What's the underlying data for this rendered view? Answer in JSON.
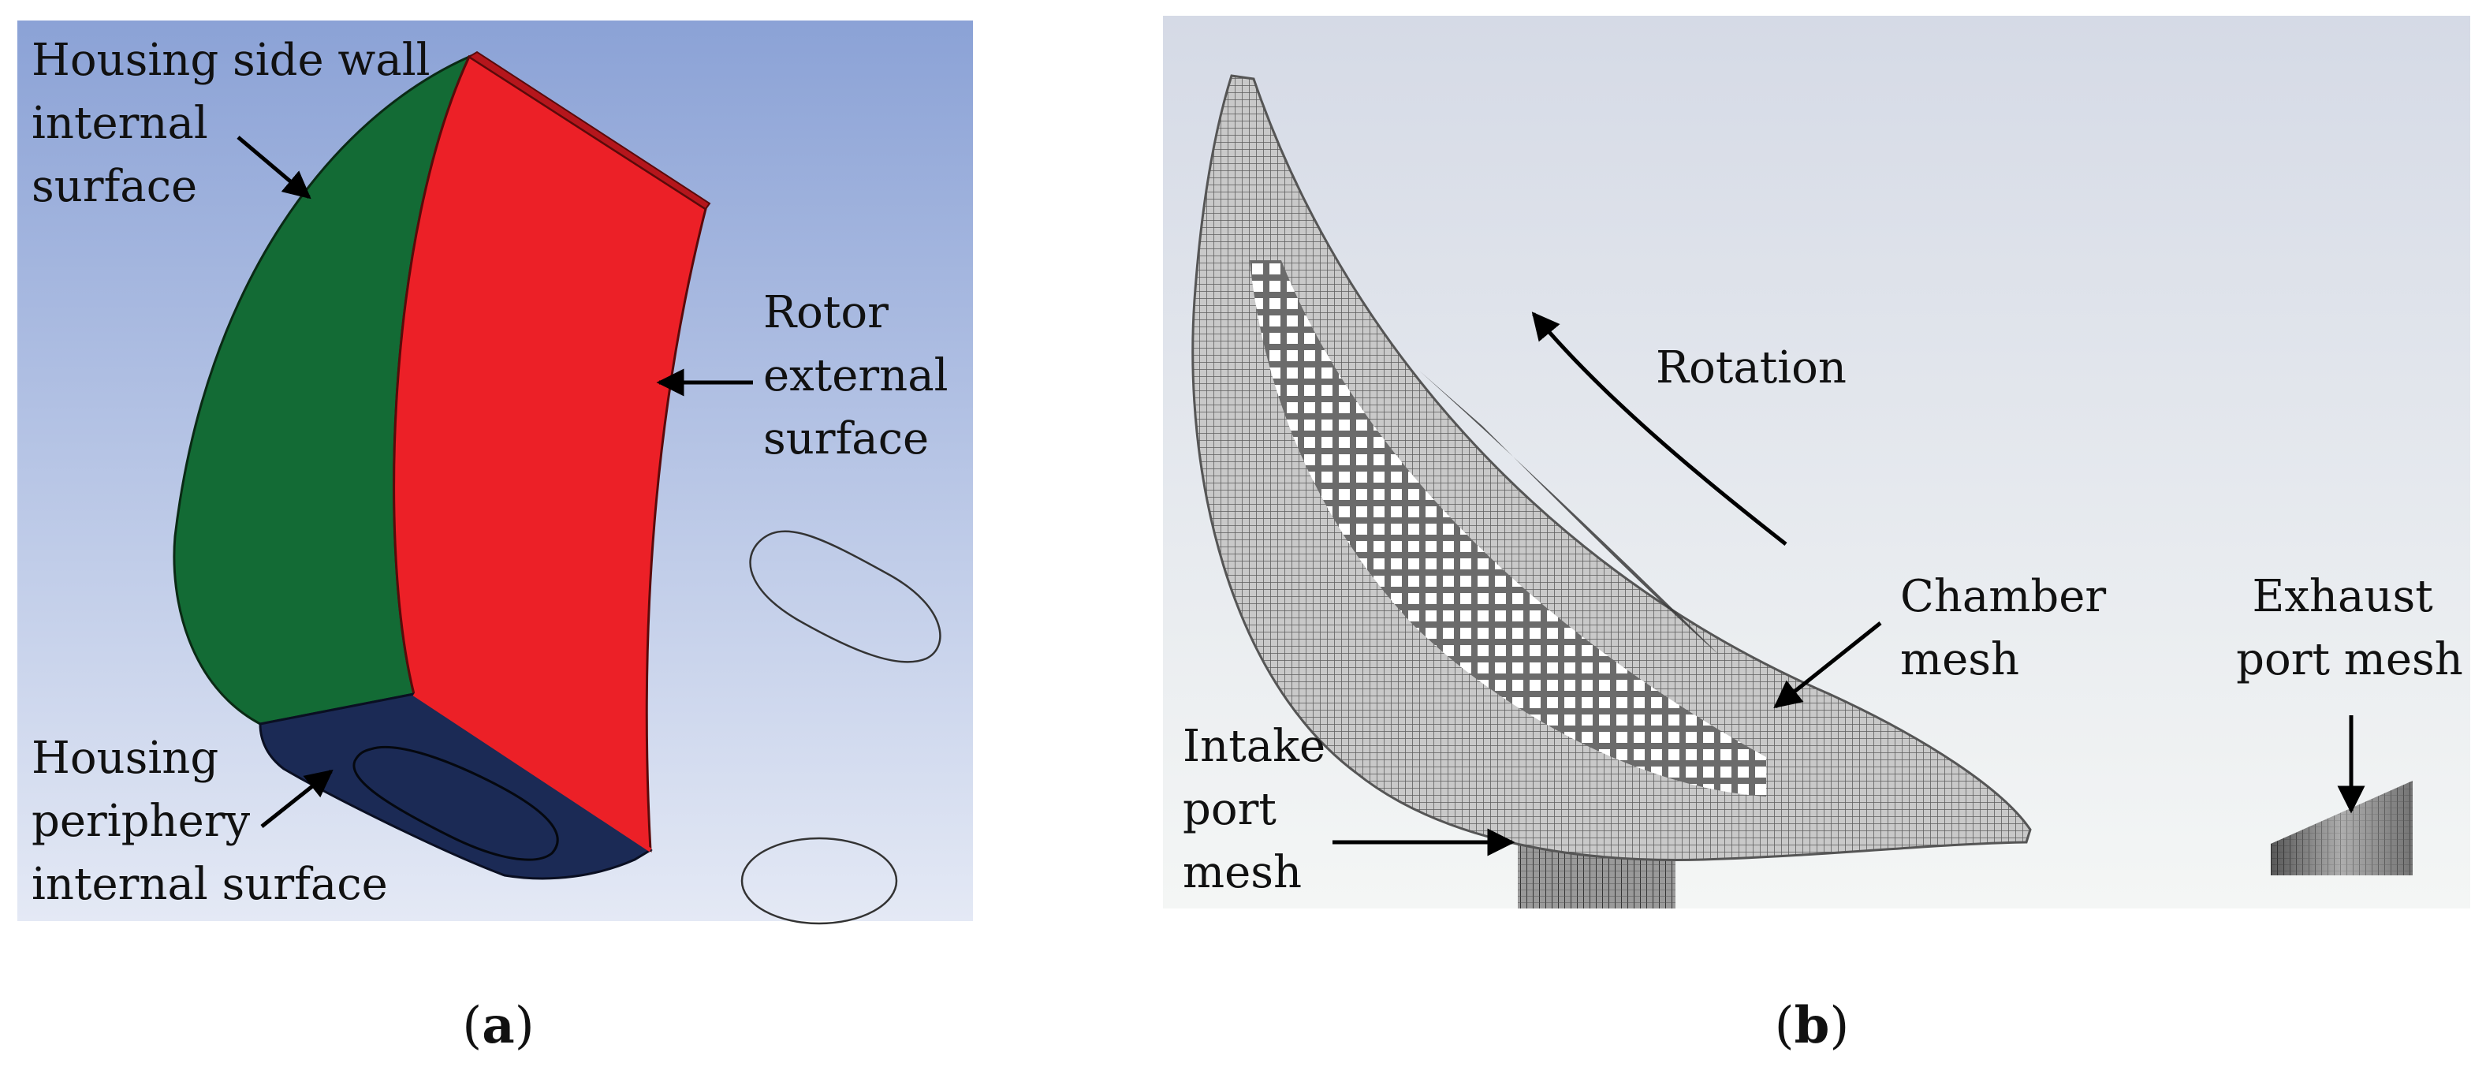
{
  "panel_a": {
    "caption_open": "(",
    "caption_letter": "a",
    "caption_close": ")",
    "labels": {
      "side_wall": [
        "Housing side wall",
        "internal",
        "surface"
      ],
      "rotor": [
        "Rotor",
        "external",
        "surface"
      ],
      "periphery": [
        "Housing",
        "periphery",
        "internal surface"
      ]
    },
    "colors": {
      "background_top": "#8ba2d6",
      "background_bottom": "#e4e9f5",
      "side_wall": "#136b35",
      "rotor": "#ec2027",
      "periphery": "#1b2a55"
    }
  },
  "panel_b": {
    "caption_open": "(",
    "caption_letter": "b",
    "caption_close": ")",
    "labels": {
      "rotation": [
        "Rotation"
      ],
      "chamber": [
        "Chamber",
        "mesh"
      ],
      "exhaust": [
        "Exhaust",
        "port mesh"
      ],
      "intake": [
        "Intake",
        "port",
        "mesh"
      ]
    },
    "colors": {
      "background_top": "#d5dae6",
      "background_bottom": "#f4f6f5",
      "mesh": "#7a7a7a"
    }
  }
}
